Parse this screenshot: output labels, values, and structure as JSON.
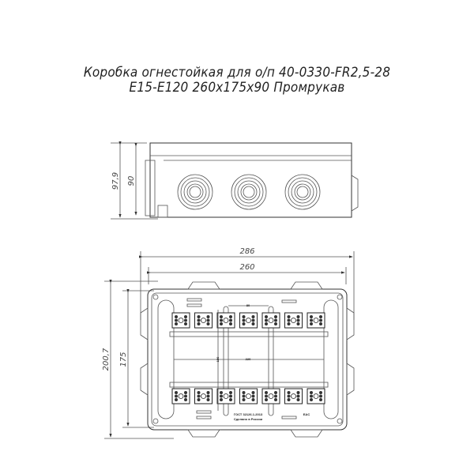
{
  "title": {
    "line1": "Коробка огнестойкая для о/п 40-0330-FR2,5-28",
    "line2": "E15-E120 260x175x90 Промрукав"
  },
  "side_view": {
    "dim_total_height": "97,9",
    "dim_body_height": "90",
    "gland_count": 3
  },
  "front_view": {
    "dim_outer_width": "286",
    "dim_body_width": "260",
    "dim_outer_height": "200,7",
    "dim_body_height": "175",
    "dim_rail_pitch": "80",
    "dim_rail_length": "220",
    "dim_rail_spacing": "180",
    "marking_standard": "ГОСТ 32126.1-2013",
    "marking_origin": "Сделано в России",
    "marking_cert": "EAC",
    "terminals_per_row": 7
  },
  "colors": {
    "line": "#555555",
    "background": "#ffffff"
  }
}
